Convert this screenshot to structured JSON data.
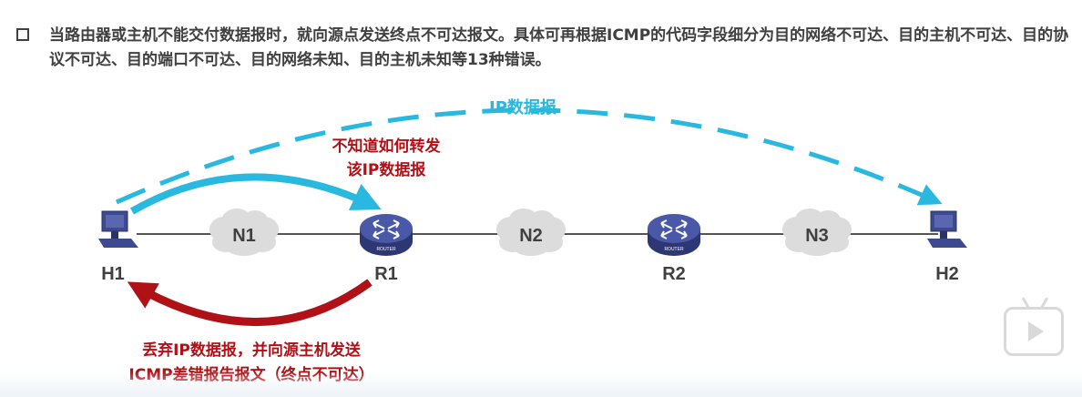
{
  "bullet": {
    "text": "当路由器或主机不能交付数据报时，就向源点发送终点不可达报文。具体可再根据ICMP的代码字段细分为目的网络不可达、目的主机不可达、目的协议不可达、目的端口不可达、目的网络未知、目的主机未知等13种错误。"
  },
  "labels": {
    "ip_datagram": "IP数据报",
    "forward_line1": "不知道如何转发",
    "forward_line2": "该IP数据报",
    "discard_line1": "丢弃IP数据报，并向源主机发送",
    "discard_line2": "ICMP差错报告报文（终点不可达）"
  },
  "nodes": {
    "h1": "H1",
    "h2": "H2",
    "r1": "R1",
    "r2": "R2",
    "n1": "N1",
    "n2": "N2",
    "n3": "N3",
    "router_tag": "ROUTER"
  },
  "colors": {
    "blue": "#29b8e0",
    "red": "#b01117",
    "text": "#404040",
    "cloud": "#dcdcdc",
    "router": "#3d4a8f"
  }
}
